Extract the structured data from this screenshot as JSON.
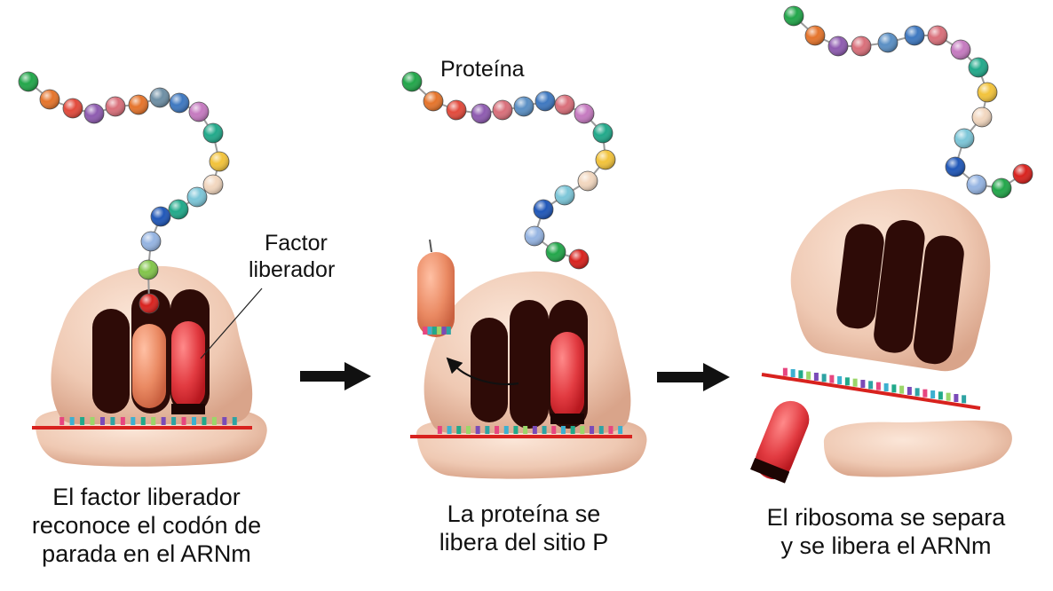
{
  "colors": {
    "ribosome": "#eec9b4",
    "ribosome_shade": "#d9a88f",
    "trna_dark": "#2e0b07",
    "release_factor": "#e8464c",
    "trna_salmon": "#e98a66",
    "mrna": "#d8221e",
    "arrow": "#111111"
  },
  "bead_palette": [
    "#22a64a",
    "#e5742b",
    "#e24a3c",
    "#8e5bb0",
    "#d96f7a",
    "#5a8fc4",
    "#6e8fa5",
    "#3e78c0",
    "#c57ac0",
    "#21a98a",
    "#f2c33b",
    "#f2d7bf",
    "#7cc6d8",
    "#2057b8",
    "#95b4e2",
    "#82c54a",
    "#d8221e"
  ],
  "labels": {
    "release_factor_1": "Factor",
    "release_factor_2": "liberador",
    "protein": "Proteína"
  },
  "captions": {
    "step1": [
      "El factor liberador",
      "reconoce el codón de",
      "parada en el ARNm"
    ],
    "step2": [
      "La proteína se",
      "libera del sitio P"
    ],
    "step3": [
      "El ribosoma se separa",
      "y se libera el ARNm"
    ]
  }
}
